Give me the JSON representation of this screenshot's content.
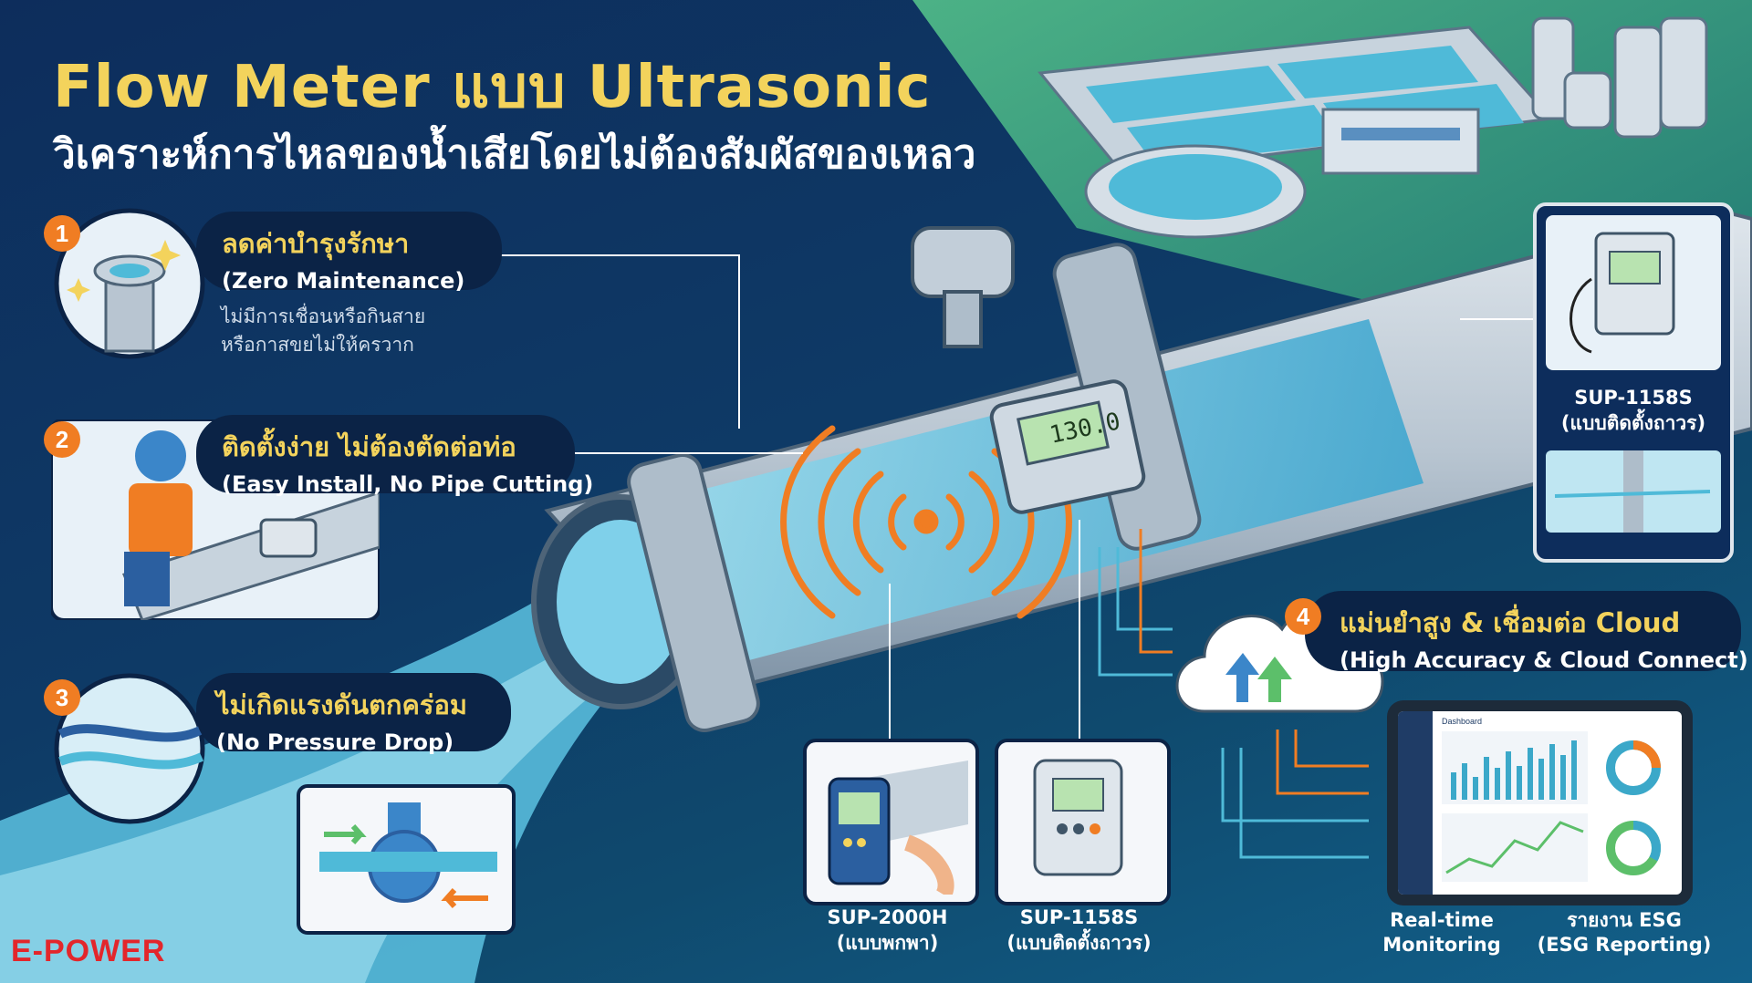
{
  "header": {
    "title": "Flow Meter แบบ Ultrasonic",
    "subtitle": "วิเคราะห์การไหลของน้ำเสียโดยไม่ต้องสัมผัสของเหลว"
  },
  "features": [
    {
      "num": "1",
      "title_th": "ลดค่าบำรุงรักษา",
      "title_en": "(Zero Maintenance)",
      "desc_line1": "ไม่มีการเชื่อนหรือกินสาย",
      "desc_line2": "หรือกาสขยไม่ให้ครวาก"
    },
    {
      "num": "2",
      "title_th": "ติดตั้งง่าย ไม่ต้องตัดต่อท่อ",
      "title_en": "(Easy Install, No Pipe Cutting)"
    },
    {
      "num": "3",
      "title_th": "ไม่เกิดแรงดันตกคร่อม",
      "title_en": "(No Pressure Drop)"
    },
    {
      "num": "4",
      "title_th": "แม่นยำสูง & เชื่อมต่อ Cloud",
      "title_en": "(High Accuracy & Cloud Connect)"
    }
  ],
  "meter_display": "130.0",
  "products": {
    "top_right": {
      "model": "SUP-1158S",
      "type": "(แบบติดตั้งถาวร)"
    },
    "handheld": {
      "model": "SUP-2000H",
      "type": "(แบบพกพา)"
    },
    "fixed": {
      "model": "SUP-1158S",
      "type": "(แบบติดตั้งถาวร)"
    }
  },
  "outputs": {
    "monitoring_line1": "Real-time",
    "monitoring_line2": "Monitoring",
    "esg_line1": "รายงาน ESG",
    "esg_line2": "(ESG Reporting)"
  },
  "dashboard": {
    "heading": "Dashboard"
  },
  "brand": {
    "name": "E-POWER"
  },
  "colors": {
    "accent": "#f3d35c",
    "number_badge": "#f07d23",
    "panel": "#0b2346",
    "water": "#6fc7e3",
    "brand": "#e3262b"
  }
}
